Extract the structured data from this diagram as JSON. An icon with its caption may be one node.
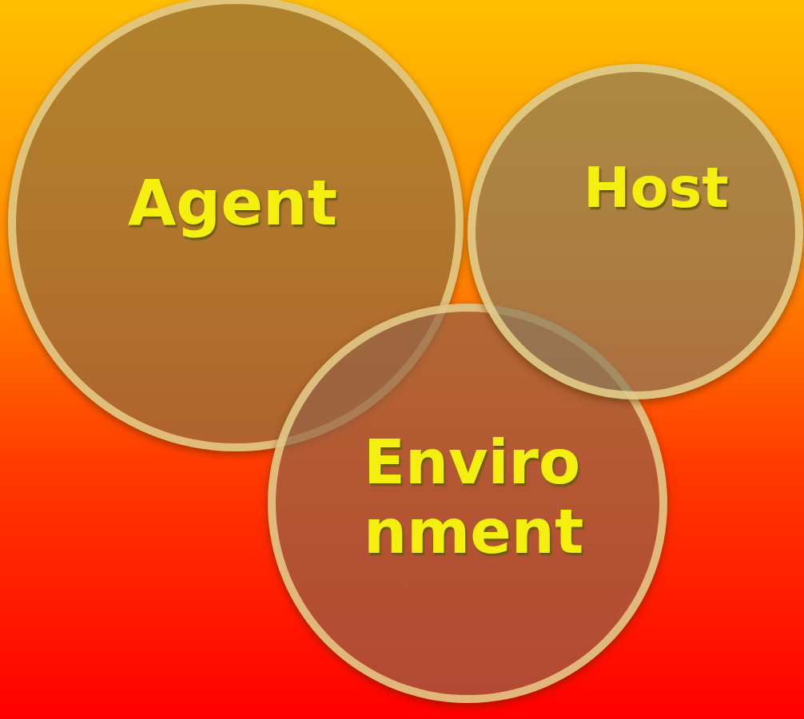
{
  "diagram": {
    "nodes": [
      {
        "text": [
          "Agent"
        ]
      },
      {
        "text": [
          "Host"
        ]
      },
      {
        "text": [
          "Environment"
        ]
      }
    ],
    "edges": []
  }
}
